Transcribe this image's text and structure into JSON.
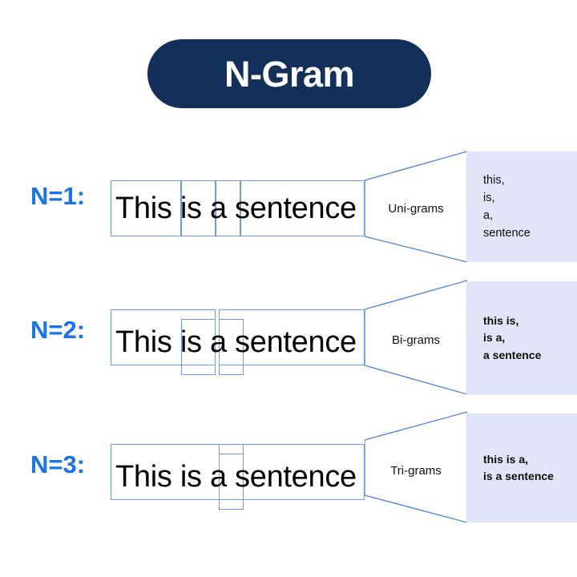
{
  "title": {
    "label": "N-Gram"
  },
  "colors": {
    "title_pill_bg": "#13305a",
    "title_text": "#ffffff",
    "n_label_blue": "#1a73e8",
    "box_border_blue": "#6b9ce8",
    "panel_bg": "#e2e5f8",
    "page_bg": "#ffffff",
    "sentence_text": "#000000"
  },
  "rows": [
    {
      "n_label": "N=1:",
      "sentence": "This is a sentence",
      "funnel_label": "Uni-grams",
      "tokens": [
        "This",
        "is",
        "a",
        "sentence"
      ],
      "outputs": [
        "this,",
        "is,",
        "a,",
        "sentence"
      ]
    },
    {
      "n_label": "N=2:",
      "sentence": "This is a sentence",
      "funnel_label": "Bi-grams",
      "tokens": [
        "This is",
        "is a",
        "a sentence"
      ],
      "outputs": [
        "this is,",
        "is a,",
        "a sentence"
      ]
    },
    {
      "n_label": "N=3:",
      "sentence": "This is a sentence",
      "funnel_label": "Tri-grams",
      "tokens": [
        "This is a",
        "is a sentence"
      ],
      "outputs": [
        "this is a,",
        "is a sentence"
      ]
    }
  ]
}
